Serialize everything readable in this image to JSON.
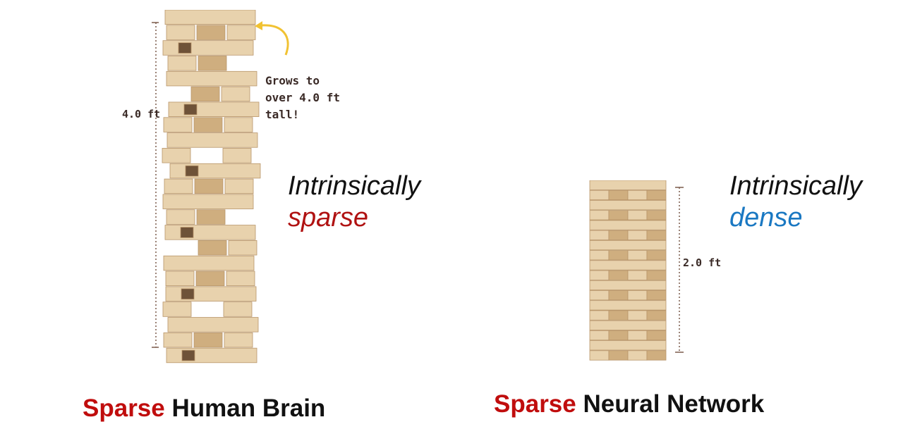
{
  "left": {
    "height_label": "4.0 ft",
    "callout_lines": [
      "Grows to",
      "over 4.0 ft",
      "tall!"
    ],
    "desc_line1": "Intrinsically",
    "desc_line2": "sparse",
    "caption_accent": "Sparse",
    "caption_rest": "Human Brain"
  },
  "right": {
    "height_label": "2.0 ft",
    "desc_line1": "Intrinsically",
    "desc_line2": "dense",
    "caption_accent": "Sparse",
    "caption_rest": "Neural Network"
  },
  "colors": {
    "accent_red": "#c00d0d",
    "sparse_red": "#b01212",
    "dense_blue": "#1a78c2",
    "wood_light": "#e8d2ad",
    "wood_dark": "#cfae7f",
    "arrow_yellow": "#f1c232"
  }
}
